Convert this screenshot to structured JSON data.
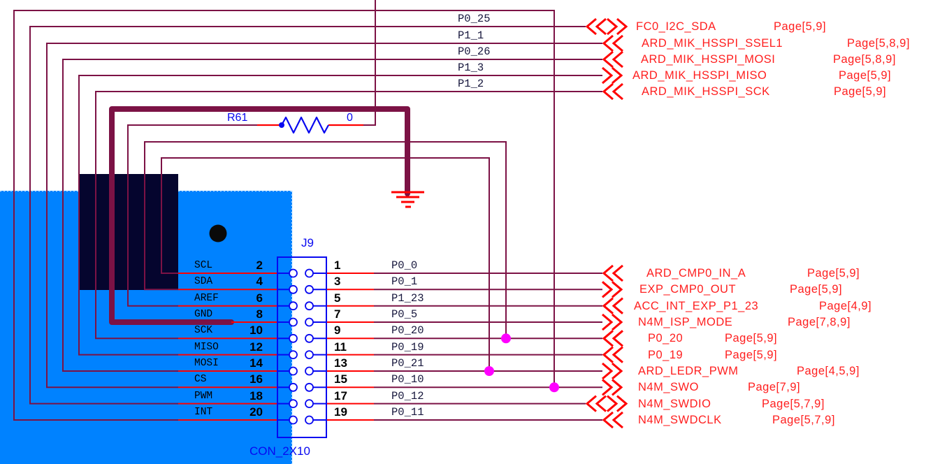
{
  "connector": {
    "designator": "J9",
    "part_label": "CON_2X10",
    "rows": [
      {
        "left_label": "SCL",
        "left_pin": "2",
        "right_pin": "1",
        "right_net": "P0_0",
        "signal_name": "ARD_CMP0_IN_A",
        "signal_pages": "Page[5,9]",
        "direction": "in"
      },
      {
        "left_label": "SDA",
        "left_pin": "4",
        "right_pin": "3",
        "right_net": "P0_1",
        "signal_name": "EXP_CMP0_OUT",
        "signal_pages": "Page[5,9]",
        "direction": "out"
      },
      {
        "left_label": "AREF",
        "left_pin": "6",
        "right_pin": "5",
        "right_net": "P1_23",
        "signal_name": "ACC_INT_EXP_P1_23",
        "signal_pages": "Page[4,9]",
        "direction": "in"
      },
      {
        "left_label": "GND",
        "left_pin": "8",
        "right_pin": "7",
        "right_net": "P0_5",
        "signal_name": "N4M_ISP_MODE",
        "signal_pages": "Page[7,8,9]",
        "direction": "out"
      },
      {
        "left_label": "SCK",
        "left_pin": "10",
        "right_pin": "9",
        "right_net": "P0_20",
        "signal_name": "P0_20",
        "signal_pages": "Page[5,9]",
        "direction": "in"
      },
      {
        "left_label": "MISO",
        "left_pin": "12",
        "right_pin": "11",
        "right_net": "P0_19",
        "signal_name": "P0_19",
        "signal_pages": "Page[5,9]",
        "direction": "in"
      },
      {
        "left_label": "MOSI",
        "left_pin": "14",
        "right_pin": "13",
        "right_net": "P0_21",
        "signal_name": "ARD_LEDR_PWM",
        "signal_pages": "Page[4,5,9]",
        "direction": "out"
      },
      {
        "left_label": "CS",
        "left_pin": "16",
        "right_pin": "15",
        "right_net": "P0_10",
        "signal_name": "N4M_SWO",
        "signal_pages": "Page[7,9]",
        "direction": "out"
      },
      {
        "left_label": "PWM",
        "left_pin": "18",
        "right_pin": "17",
        "right_net": "P0_12",
        "signal_name": "N4M_SWDIO",
        "signal_pages": "Page[5,7,9]",
        "direction": "inout"
      },
      {
        "left_label": "INT",
        "left_pin": "20",
        "right_pin": "19",
        "right_net": "P0_11",
        "signal_name": "N4M_SWDCLK",
        "signal_pages": "Page[5,7,9]",
        "direction": "in"
      }
    ]
  },
  "top_nets": [
    {
      "net": "P0_25",
      "signal_name": "FC0_I2C_SDA",
      "signal_pages": "Page[5,9]",
      "direction": "inout"
    },
    {
      "net": "P1_1",
      "signal_name": "ARD_MIK_HSSPI_SSEL1",
      "signal_pages": "Page[5,8,9]",
      "direction": "in"
    },
    {
      "net": "P0_26",
      "signal_name": "ARD_MIK_HSSPI_MOSI",
      "signal_pages": "Page[5,8,9]",
      "direction": "in"
    },
    {
      "net": "P1_3",
      "signal_name": "ARD_MIK_HSSPI_MISO",
      "signal_pages": "Page[5,9]",
      "direction": "out"
    },
    {
      "net": "P1_2",
      "signal_name": "ARD_MIK_HSSPI_SCK",
      "signal_pages": "Page[5,9]",
      "direction": "in"
    }
  ],
  "resistor": {
    "designator": "R61",
    "value": "0"
  },
  "colors": {
    "wire": "#7C1245",
    "pin_red": "#FF0000",
    "symbol_blue": "#0808F0",
    "bg_blue": "#0082FF",
    "dark_block": "#05052E",
    "junction": "#FF00FF",
    "net_text": "#17173D",
    "signal_text": "#FF1F1F",
    "selection_dots": "#CFEAFF"
  }
}
